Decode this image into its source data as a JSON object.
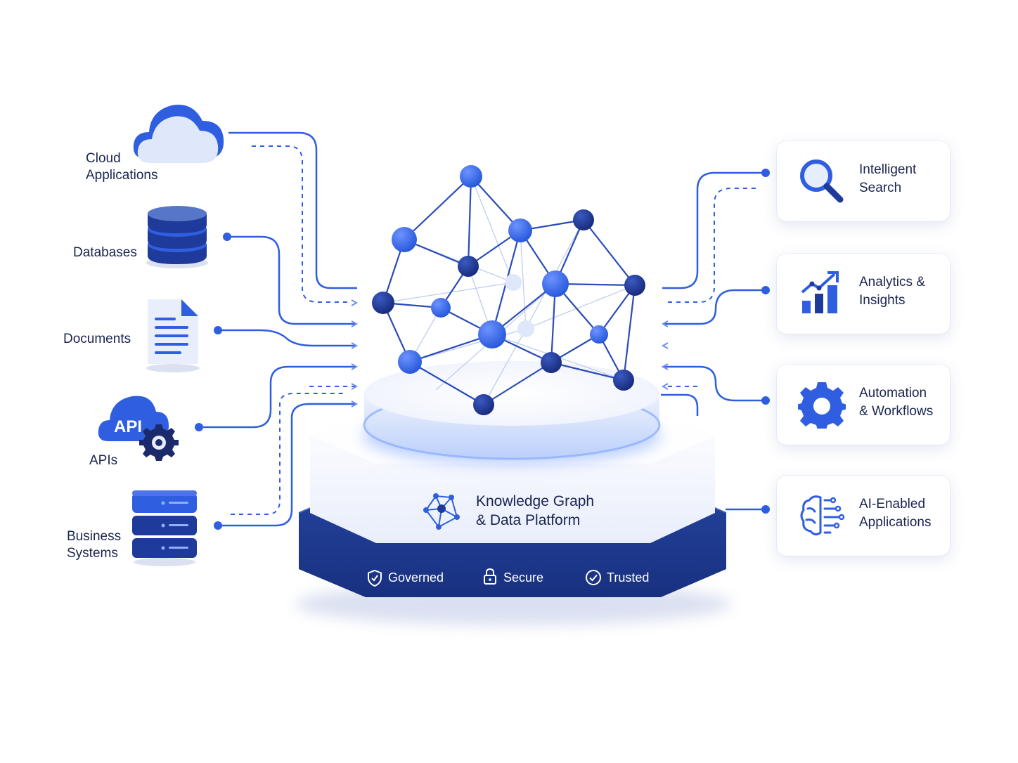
{
  "colors": {
    "primary": "#2f5fe0",
    "navy": "#1e3b9c",
    "dark_navy": "#19318a",
    "text": "#1a2550",
    "line": "#2f5fe0"
  },
  "sources": [
    {
      "label": "Cloud\nApplications",
      "icon": "cloud-icon"
    },
    {
      "label": "Databases",
      "icon": "database-icon"
    },
    {
      "label": "Documents",
      "icon": "document-icon"
    },
    {
      "label": "APIs",
      "icon": "api-cloud-gear-icon",
      "icon_text": "API"
    },
    {
      "label": "Business\nSystems",
      "icon": "server-stack-icon"
    }
  ],
  "platform": {
    "title": "Knowledge Graph\n& Data Platform",
    "icon": "network-graph-icon",
    "badges": [
      {
        "label": "Governed",
        "icon": "shield-check-icon"
      },
      {
        "label": "Secure",
        "icon": "lock-icon"
      },
      {
        "label": "Trusted",
        "icon": "check-circle-icon"
      }
    ]
  },
  "outputs": [
    {
      "label": "Intelligent\nSearch",
      "icon": "magnifier-icon"
    },
    {
      "label": "Analytics &\nInsights",
      "icon": "bar-chart-trend-icon"
    },
    {
      "label": "Automation\n& Workflows",
      "icon": "gear-icon"
    },
    {
      "label": "AI-Enabled\nApplications",
      "icon": "brain-circuit-icon"
    }
  ]
}
